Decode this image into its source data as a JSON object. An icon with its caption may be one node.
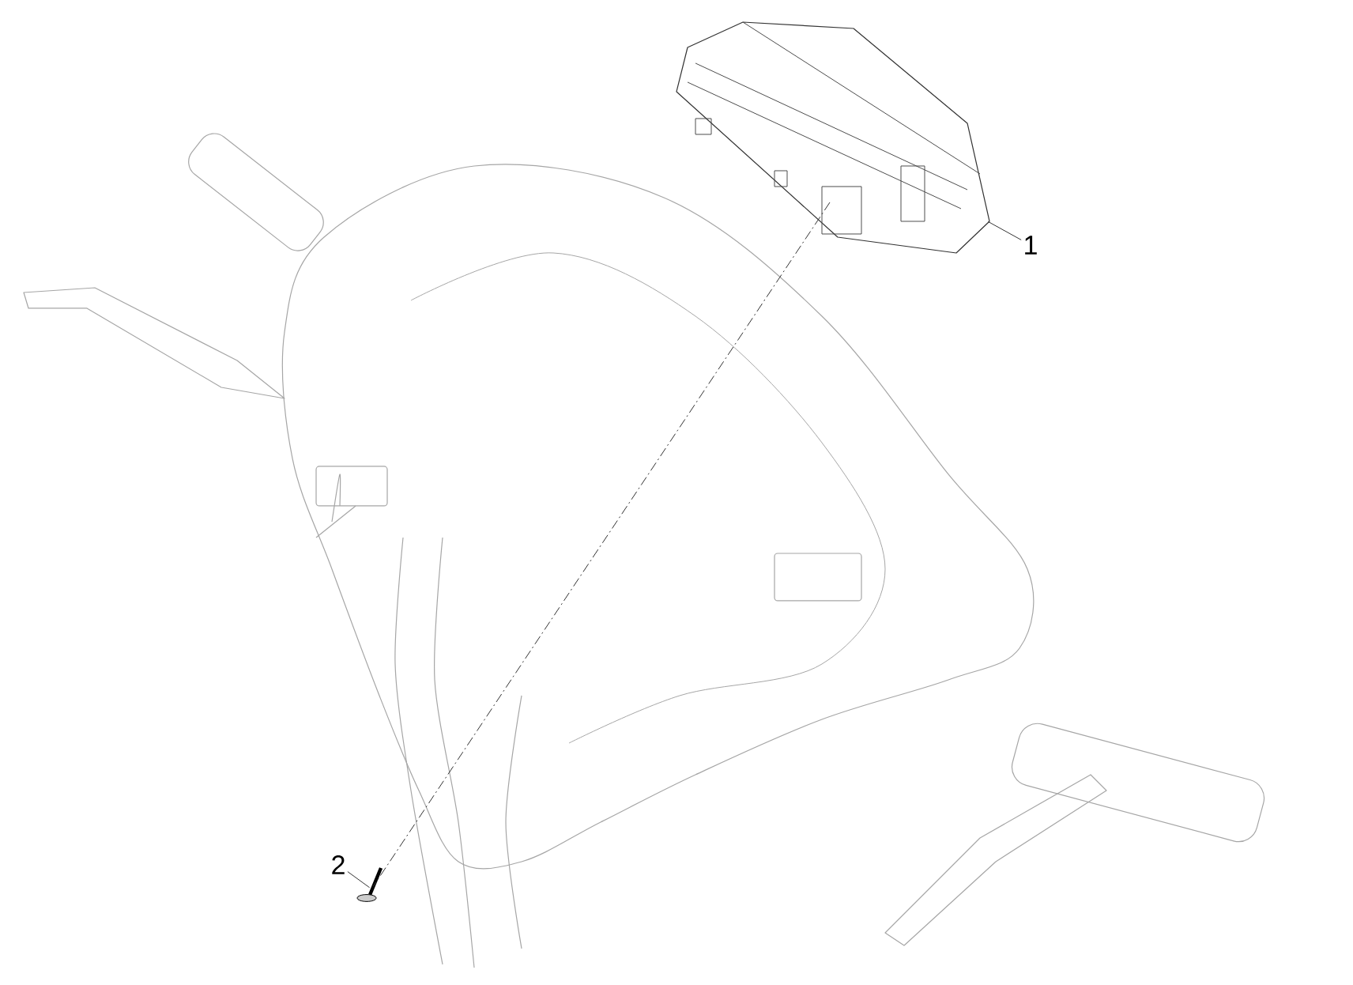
{
  "diagram": {
    "nodes": [
      {
        "text": [
          "1"
        ]
      },
      {
        "text": [],
        "shape": "picture"
      },
      {
        "text": [
          "2"
        ]
      },
      {
        "text": [],
        "shape": "picture"
      }
    ],
    "edges": [
      {
        "from": 0,
        "to": 1,
        "arrow": "none"
      },
      {
        "from": 2,
        "to": 3,
        "arrow": "none"
      },
      {
        "from": 1,
        "to": 3,
        "arrow": "none",
        "style": "dashed"
      }
    ]
  }
}
